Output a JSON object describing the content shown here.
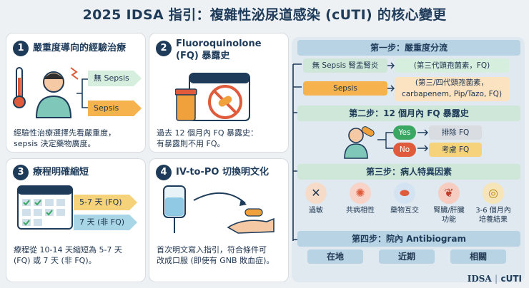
{
  "title": "2025 IDSA 指引：複雜性泌尿道感染 (cUTI) 的核心變更",
  "cards": [
    {
      "num": "1",
      "title": "嚴重度導向的經驗治療",
      "tag1": "無 Sepsis",
      "tag2": "Sepsis",
      "desc1": "經驗性治療選擇先看嚴重度，",
      "desc2": "sepsis 決定藥物廣度。"
    },
    {
      "num": "2",
      "title1": "Fluoroquinolone",
      "title2": "(FQ) 暴露史",
      "desc1": "過去 12 個月內 FQ 暴露史：",
      "desc2": "有暴露則不用 FQ。"
    },
    {
      "num": "3",
      "title": "療程明確縮短",
      "tag1": "5-7 天 (FQ)",
      "tag2": "7 天 (非 FQ)",
      "desc1": "療程從 10-14 天縮短為 5-7 天",
      "desc2": "(FQ) 或 7 天 (非 FQ)。"
    },
    {
      "num": "4",
      "title": "IV-to-PO 切換明文化",
      "desc1": "首次明文寫入指引，符合條件可",
      "desc2": "改成口服 (即使有 GNB 敗血症)。"
    }
  ],
  "steps": {
    "s1": {
      "title": "第一步：嚴重度分流",
      "a_label": "無 Sepsis 腎盂腎炎",
      "a_result": "(第三代頭孢菌素，FQ)",
      "b_label": "Sepsis",
      "b_result1": "(第三/四代頭孢菌素，",
      "b_result2": "carbapenem, Pip/Tazo, FQ)"
    },
    "s2": {
      "title": "第二步：12 個月內 FQ 暴露史",
      "yes": "Yes",
      "no": "No",
      "yes_result": "排除 FQ",
      "no_result": "考慮 FQ"
    },
    "s3": {
      "title": "第三步：病人特異因素",
      "factors": [
        {
          "line1": "過敏",
          "line2": ""
        },
        {
          "line1": "共病相性",
          "line2": ""
        },
        {
          "line1": "藥物互交",
          "line2": ""
        },
        {
          "line1": "腎臟/肝臟",
          "line2": "功能"
        },
        {
          "line1": "3-6 個月內",
          "line2": "培養結果"
        }
      ]
    },
    "s4": {
      "title": "第四步：院內 Antibiogram",
      "opts": [
        "在地",
        "近期",
        "相關"
      ]
    }
  },
  "footer": {
    "brand": "IDSA",
    "tag": "cUTI"
  },
  "colors": {
    "navy": "#1e3b5a",
    "green": "#3aa763",
    "orange": "#f0a13c",
    "red": "#e05b3b",
    "teal": "#b8d3e3"
  }
}
